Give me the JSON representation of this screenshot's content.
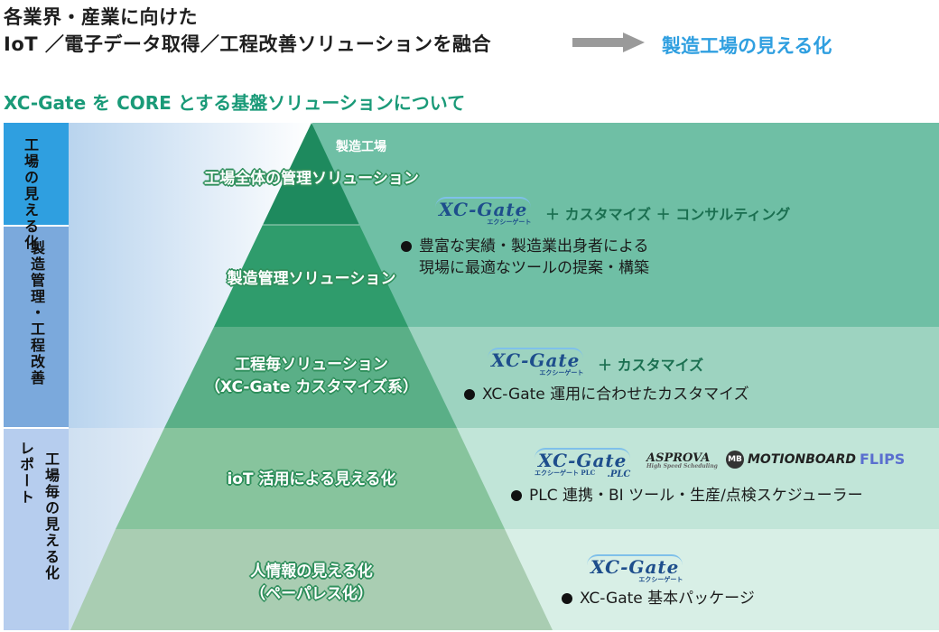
{
  "header": {
    "line1": "各業界・産業に向けた",
    "line2": "IoT ／電子データ取得／工程改善ソリューションを融合",
    "result": "製造工場の見える化"
  },
  "subtitle": "XC-Gate を CORE とする基盤ソリューションについて",
  "side_labels": {
    "factory_visualization": "工場の見える化",
    "manufacturing_management": "製造管理・工程改善",
    "reports_left": "レポート",
    "reports_right": "工場毎の見える化"
  },
  "pyramid": {
    "apex_label": "製造工場",
    "tier1": "工場全体の管理ソリューション",
    "tier2": "製造管理ソリューション",
    "tier3_line1": "工程毎ソリューション",
    "tier3_line2": "（XC-Gate カスタマイズ系）",
    "tier4": "ioT 活用による見える化",
    "tier5_line1": "人情報の見える化",
    "tier5_line2": "（ペーパレス化）"
  },
  "logos": {
    "xcgate": "XC-Gate",
    "xcgate_kana": "エクシーゲート",
    "xcgate_plc_kana": "エクシーゲート PLC",
    "plc_suffix": ".PLC",
    "asprova": "ASPROVA",
    "asprova_sub": "High Speed Scheduling",
    "motionboard_badge": "MB",
    "motionboard": "MOTIONBOARD",
    "flips": "FLIPS"
  },
  "rows": {
    "row1_plus": "＋ カスタマイズ ＋ コンサルティング",
    "row1_line1": "豊富な実績・製造業出身者による",
    "row1_line2": "現場に最適なツールの提案・構築",
    "row2_plus": "＋ カスタマイズ",
    "row2_text": "XC-Gate 運用に合わせたカスタマイズ",
    "row3_text": "PLC 連携・BI ツール・生産/点検スケジューラー",
    "row4_text": "XC-Gate 基本パッケージ"
  },
  "colors": {
    "band_dark": "#6fbfa5",
    "band_mid": "#9dd3c0",
    "band_light": "#c1e5d8",
    "band_lightest": "#d8efe6",
    "pyramid_top": "#1e8a5e",
    "pyramid_bottom": "#a9cdb2",
    "side_blue": "#2f9fe0",
    "side_blue_light": "#8ab8e0",
    "result_blue": "#2f9fe0",
    "subtitle_green": "#1a9a78"
  }
}
